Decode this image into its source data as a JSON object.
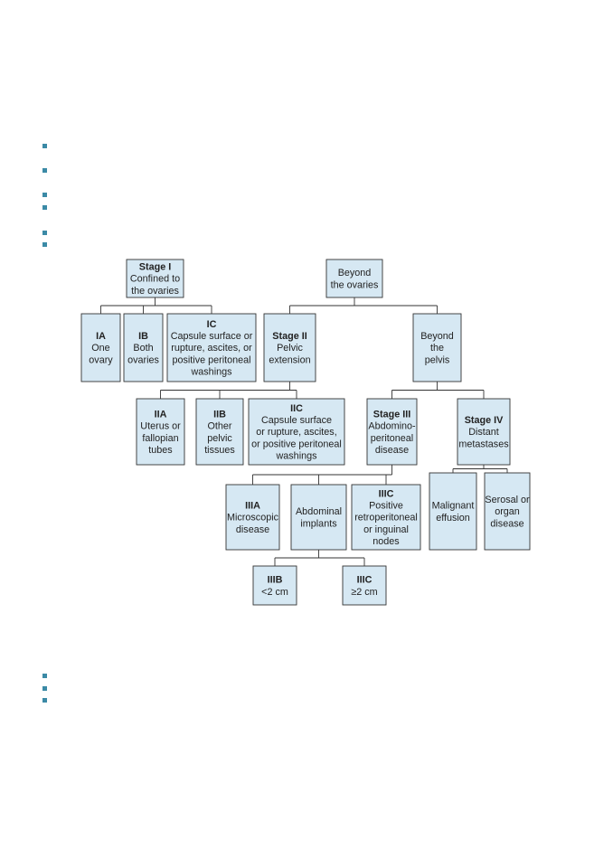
{
  "bullet_marker_color": "#3b8aa6",
  "node_fill_color": "#d6e8f3",
  "diagram": {
    "nodes": [
      {
        "id": "stage-i",
        "lines": [
          [
            "Stage I",
            true
          ],
          [
            "Confined to",
            false
          ],
          [
            "the ovaries",
            false
          ]
        ]
      },
      {
        "id": "beyond-ovaries",
        "lines": [
          [
            "Beyond",
            false
          ],
          [
            "the ovaries",
            false
          ]
        ]
      },
      {
        "id": "ia",
        "lines": [
          [
            "IA",
            true
          ],
          [
            "One",
            false
          ],
          [
            "ovary",
            false
          ]
        ]
      },
      {
        "id": "ib",
        "lines": [
          [
            "IB",
            true
          ],
          [
            "Both",
            false
          ],
          [
            "ovaries",
            false
          ]
        ]
      },
      {
        "id": "ic",
        "lines": [
          [
            "IC",
            true
          ],
          [
            "Capsule surface or",
            false
          ],
          [
            "rupture, ascites, or",
            false
          ],
          [
            "positive peritoneal",
            false
          ],
          [
            "washings",
            false
          ]
        ]
      },
      {
        "id": "stage-ii",
        "lines": [
          [
            "Stage II",
            true
          ],
          [
            "Pelvic",
            false
          ],
          [
            "extension",
            false
          ]
        ]
      },
      {
        "id": "beyond-pelvis",
        "lines": [
          [
            "Beyond",
            false
          ],
          [
            "the",
            false
          ],
          [
            "pelvis",
            false
          ]
        ]
      },
      {
        "id": "iia",
        "lines": [
          [
            "IIA",
            true
          ],
          [
            "Uterus or",
            false
          ],
          [
            "fallopian",
            false
          ],
          [
            "tubes",
            false
          ]
        ]
      },
      {
        "id": "iib",
        "lines": [
          [
            "IIB",
            true
          ],
          [
            "Other",
            false
          ],
          [
            "pelvic",
            false
          ],
          [
            "tissues",
            false
          ]
        ]
      },
      {
        "id": "iic",
        "lines": [
          [
            "IIC",
            true
          ],
          [
            "Capsule surface",
            false
          ],
          [
            "or rupture, ascites,",
            false
          ],
          [
            "or positive peritoneal",
            false
          ],
          [
            "washings",
            false
          ]
        ]
      },
      {
        "id": "stage-iii",
        "lines": [
          [
            "Stage III",
            true
          ],
          [
            "Abdomino-",
            false
          ],
          [
            "peritoneal",
            false
          ],
          [
            "disease",
            false
          ]
        ]
      },
      {
        "id": "stage-iv",
        "lines": [
          [
            "Stage IV",
            true
          ],
          [
            "Distant",
            false
          ],
          [
            "metastases",
            false
          ]
        ]
      },
      {
        "id": "iiia",
        "lines": [
          [
            "IIIA",
            true
          ],
          [
            "Microscopic",
            false
          ],
          [
            "disease",
            false
          ]
        ]
      },
      {
        "id": "abdominal-implants",
        "lines": [
          [
            "Abdominal",
            false
          ],
          [
            "implants",
            false
          ]
        ]
      },
      {
        "id": "iiic-nodes",
        "lines": [
          [
            "IIIC",
            true
          ],
          [
            "Positive",
            false
          ],
          [
            "retroperitoneal",
            false
          ],
          [
            "or inguinal",
            false
          ],
          [
            "nodes",
            false
          ]
        ]
      },
      {
        "id": "malignant-effusion",
        "lines": [
          [
            "Malignant",
            false
          ],
          [
            "effusion",
            false
          ]
        ]
      },
      {
        "id": "serosal-organ",
        "lines": [
          [
            "Serosal or",
            false
          ],
          [
            "organ",
            false
          ],
          [
            "disease",
            false
          ]
        ]
      },
      {
        "id": "iiib",
        "lines": [
          [
            "IIIB",
            true
          ],
          [
            "<2 cm",
            false
          ]
        ]
      },
      {
        "id": "iiic-size",
        "lines": [
          [
            "IIIC",
            true
          ],
          [
            "≥2 cm",
            false
          ]
        ]
      }
    ]
  }
}
